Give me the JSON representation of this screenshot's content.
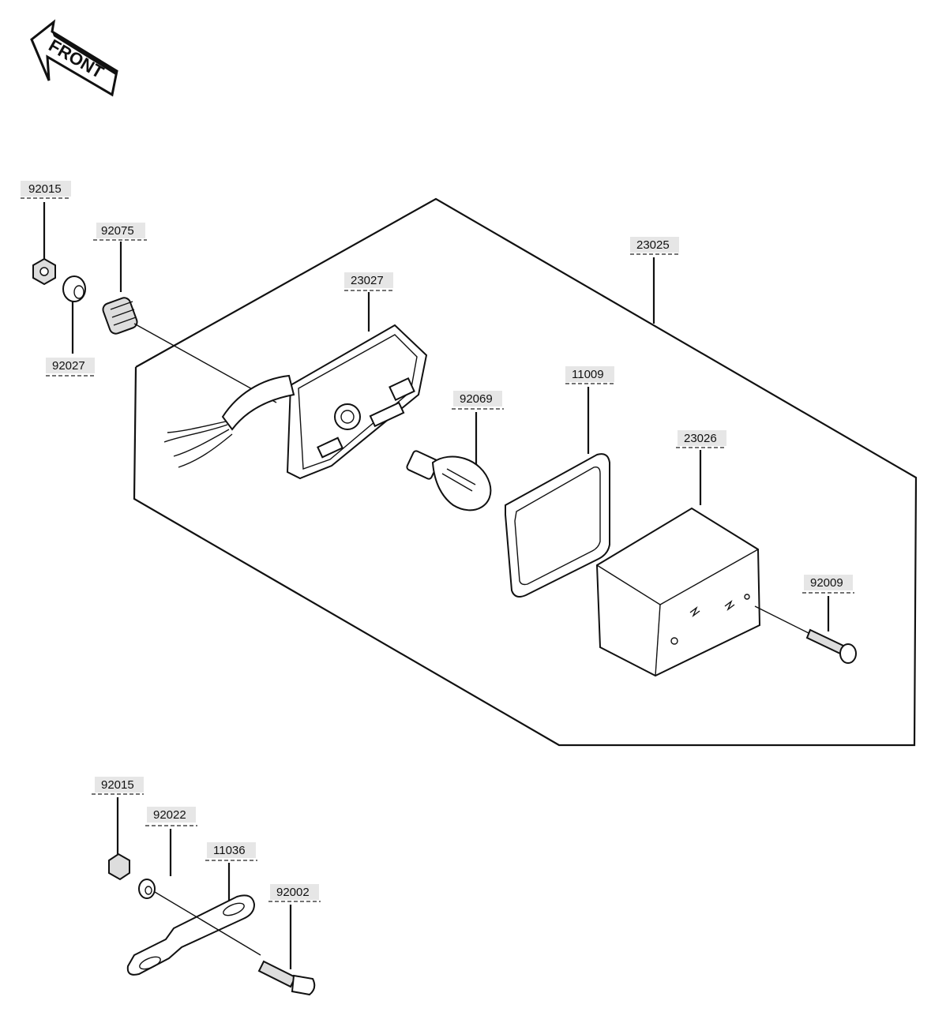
{
  "direction_badge": {
    "text": "FRONT"
  },
  "part_numbers": {
    "p92015_top": "92015",
    "p92075": "92075",
    "p92027": "92027",
    "p23027": "23027",
    "p23025": "23025",
    "p11009": "11009",
    "p92069": "92069",
    "p23026": "23026",
    "p92009": "92009",
    "p92015_bottom": "92015",
    "p92022": "92022",
    "p11036": "11036",
    "p92002": "92002"
  }
}
